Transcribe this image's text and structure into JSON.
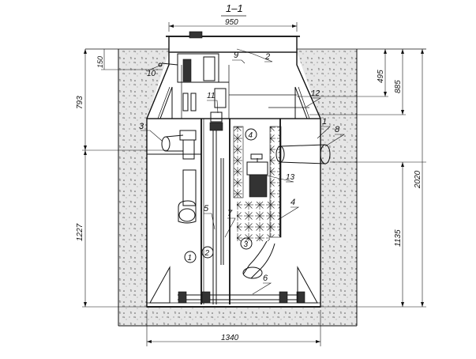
{
  "section_title": "1–1",
  "dimensions": {
    "top_width": "950",
    "bottom_width": "1340",
    "neck_top": "150",
    "upper_left": "793",
    "lower_left": "1227",
    "right_upper": "495",
    "right_mid": "885",
    "right_lower": "1135",
    "right_total": "2020"
  },
  "callouts": {
    "c1": "1",
    "c2": "2",
    "c3": "3",
    "c4": "4",
    "c5": "5",
    "c6": "6",
    "c7": "7",
    "c8": "8",
    "c9": "9",
    "c10": "10",
    "c11": "11",
    "c12": "12",
    "c13": "13"
  },
  "chambers": {
    "ch1": "1",
    "ch2": "2",
    "ch3": "3",
    "ch4": "4"
  }
}
